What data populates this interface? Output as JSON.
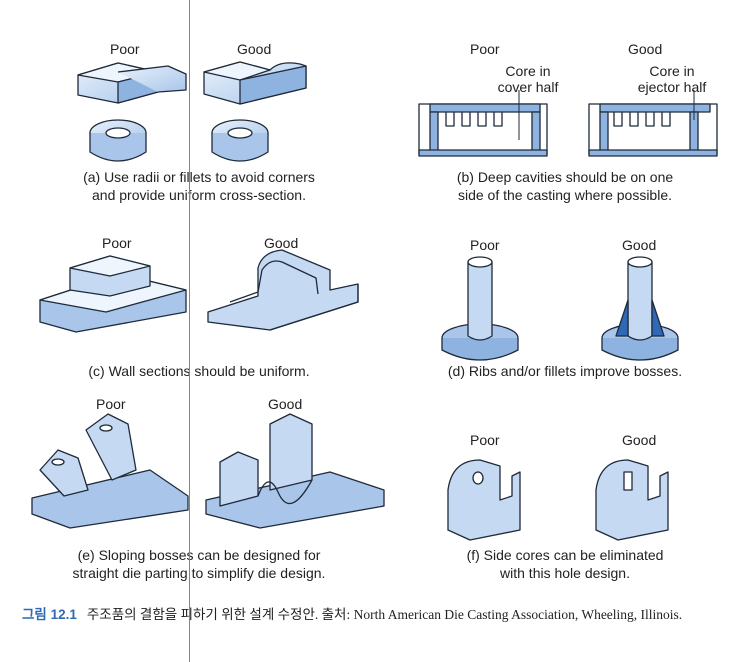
{
  "colors": {
    "accent": "#2f68b5",
    "fill": "#c5daf2",
    "shade": "#8fb3e0",
    "stroke": "#1f2a3a",
    "rule": "#e05a6a"
  },
  "panels": {
    "a": {
      "poor": "Poor",
      "good": "Good",
      "caption_line1": "(a) Use radii or fillets to avoid corners",
      "caption_line2": "and provide uniform cross-section."
    },
    "b": {
      "poor": "Poor",
      "good": "Good",
      "core_cover_1": "Core in",
      "core_cover_2": "cover half",
      "core_ejector_1": "Core in",
      "core_ejector_2": "ejector half",
      "caption_line1": "(b) Deep cavities should be on one",
      "caption_line2": "side of the casting where possible."
    },
    "c": {
      "poor": "Poor",
      "good": "Good",
      "caption_line1": "(c) Wall sections should be uniform."
    },
    "d": {
      "poor": "Poor",
      "good": "Good",
      "caption_line1": "(d) Ribs and/or fillets improve bosses."
    },
    "e": {
      "poor": "Poor",
      "good": "Good",
      "caption_line1": "(e) Sloping bosses can be designed for",
      "caption_line2": "straight die parting to simplify die design."
    },
    "f": {
      "poor": "Poor",
      "good": "Good",
      "caption_line1": "(f) Side cores can be eliminated",
      "caption_line2": "with this hole design."
    }
  },
  "figure_caption": {
    "number": "그림 12.1",
    "text": "주조품의 결함을 피하기 위한 설계 수정안. 출처: North American Die Casting Association, Wheeling, Illinois."
  }
}
